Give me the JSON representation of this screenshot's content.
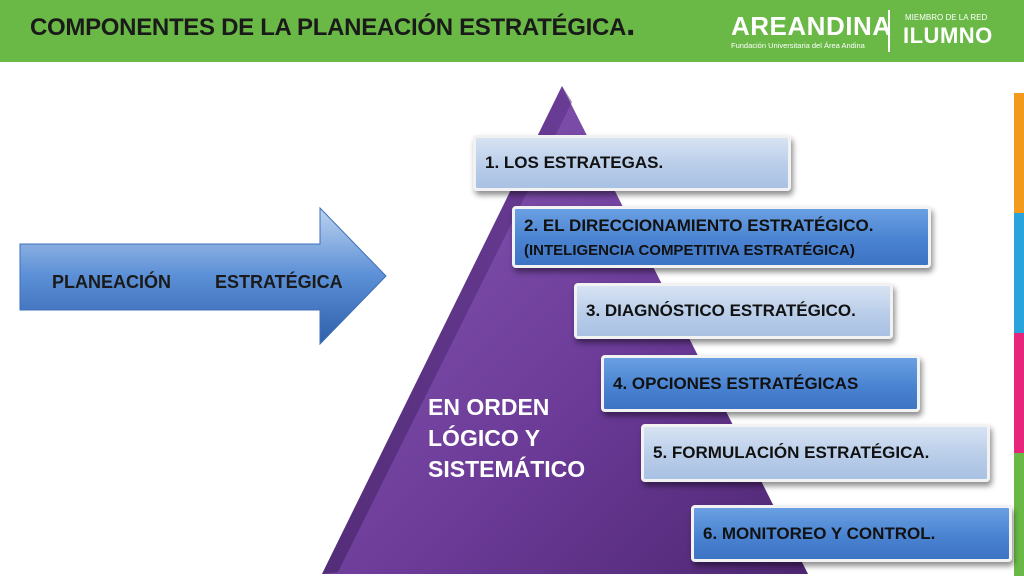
{
  "header": {
    "title": "COMPONENTES DE LA PLANEACIÓN ESTRATÉGICA",
    "title_dot": ".",
    "logo": {
      "name": "AREANDINA",
      "subtitle": "Fundación Universitaria del Área Andina"
    },
    "network": {
      "small": "MIEMBRO DE LA RED",
      "big": "ILUMNO"
    }
  },
  "arrow": {
    "word1": "PLANEACIÓN",
    "word2": "ESTRATÉGICA"
  },
  "pyramid": {
    "lines": [
      "EN ORDEN",
      "LÓGICO Y",
      "SISTEMÁTICO"
    ]
  },
  "steps": [
    {
      "label": "1. LOS ESTRATEGAS."
    },
    {
      "label": "2. EL DIRECCIONAMIENTO ESTRATÉGICO.",
      "sublabel": "(INTELIGENCIA COMPETITIVA ESTRATÉGICA)"
    },
    {
      "label": "3. DIAGNÓSTICO ESTRATÉGICO."
    },
    {
      "label": "4. OPCIONES ESTRATÉGICAS"
    },
    {
      "label": "5. FORMULACIÓN ESTRATÉGICA."
    },
    {
      "label": "6. MONITOREO Y CONTROL."
    }
  ],
  "colors": {
    "header_green": "#6ab946",
    "pyramid_purple": "#6a3a96",
    "box_light": "#b9cde9",
    "box_dark": "#4a83d1",
    "stripe_orange": "#f39a1e",
    "stripe_blue": "#29a3dc",
    "stripe_pink": "#e5267b",
    "stripe_green": "#6ab946"
  }
}
